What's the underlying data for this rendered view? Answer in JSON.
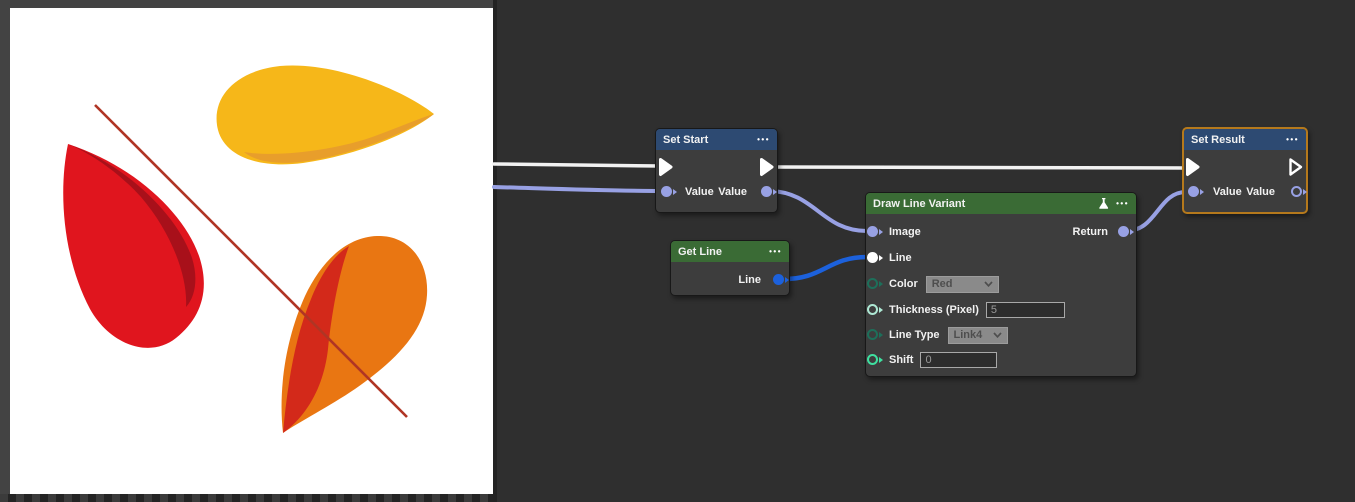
{
  "editor": {
    "background_color": "#2f2f2f"
  },
  "preview": {
    "canvas_bg": "#ffffff",
    "chrome_color": "#434343",
    "shape_colors": {
      "yellow": "#F6B719",
      "yellow_shade": "#E89E2B",
      "red": "#E0151E",
      "red_shade": "#A8101A",
      "orange": "#E97612",
      "orange_shade": "#D3291A",
      "line": "#B03524"
    }
  },
  "ports": {
    "exec_color": "#ffffff",
    "value_color": "#98a1e4",
    "line_out_color": "#1c61dc",
    "line_in_color": "#ffffff",
    "param_dark_color": "#1d6f5a",
    "param_mint_color": "#aee8d4",
    "param_green_color": "#3fe0a0"
  },
  "wires": {
    "exec_color": "#f2f2f2",
    "value_color": "#98a1e4",
    "line_color": "#1c61dc"
  },
  "nodes": {
    "set_start": {
      "title": "Set Start",
      "menu_label": "•••",
      "header_color": "#2d4a72",
      "value_in_label": "Value",
      "value_out_label": "Value"
    },
    "get_line": {
      "title": "Get Line",
      "menu_label": "•••",
      "header_color": "#3a6b35",
      "line_out_label": "Line"
    },
    "draw_line_variant": {
      "title": "Draw Line Variant",
      "menu_label": "•••",
      "header_color": "#3a6b35",
      "image_label": "Image",
      "return_label": "Return",
      "line_label": "Line",
      "color_label": "Color",
      "color_value": "Red",
      "thickness_label": "Thickness (Pixel)",
      "thickness_value": "5",
      "line_type_label": "Line Type",
      "line_type_value": "Link4",
      "shift_label": "Shift",
      "shift_value": "0"
    },
    "set_result": {
      "title": "Set Result",
      "menu_label": "•••",
      "header_color": "#2d4a72",
      "selected_border_color": "#b5791c",
      "value_in_label": "Value",
      "value_out_label": "Value"
    }
  }
}
